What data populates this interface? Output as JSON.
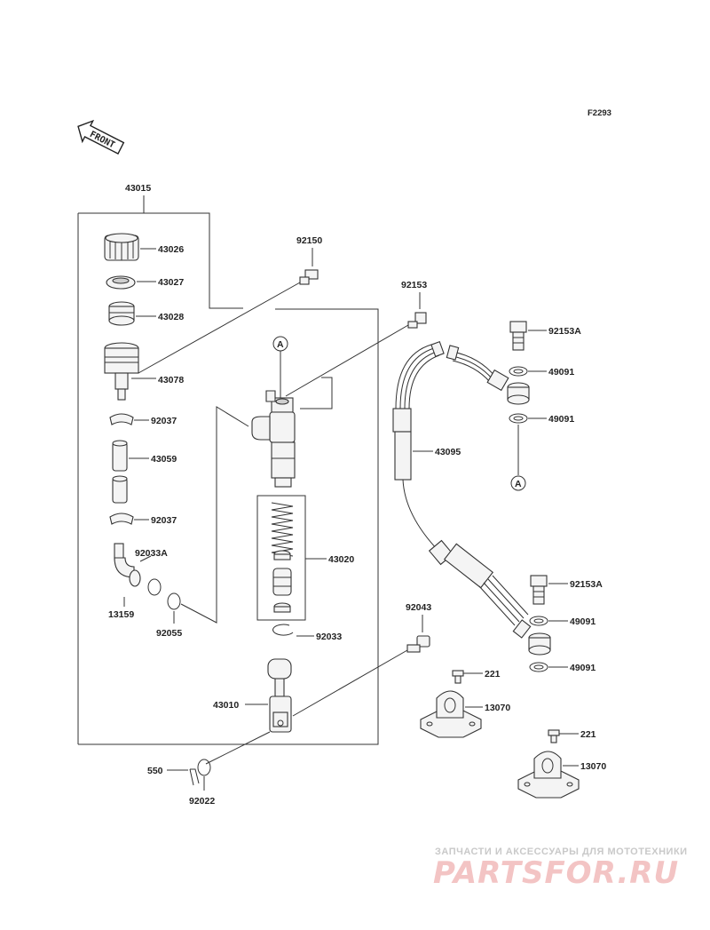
{
  "figure_code": "F2293",
  "front_label": "FRONT",
  "ref_marker": "A",
  "labels": {
    "assembly_43015": "43015",
    "cap_43026": "43026",
    "plate_43027": "43027",
    "diaphragm_43028": "43028",
    "reservoir_43078": "43078",
    "clamp_92037_a": "92037",
    "hose_43059": "43059",
    "clamp_92037_b": "92037",
    "fitting_92033a": "92033A",
    "elbow_13159": "13159",
    "oring_92055": "92055",
    "bolt_92150": "92150",
    "bolt_92153": "92153",
    "piston_kit_43020": "43020",
    "circlip_92033": "92033",
    "master_cyl_43010": "43010",
    "pin_550": "550",
    "washer_92022": "92022",
    "banjo_92153a_top": "92153A",
    "washer_49091_a": "49091",
    "washer_49091_b": "49091",
    "brake_hose_43095": "43095",
    "banjo_92153a_bottom": "92153A",
    "washer_49091_c": "49091",
    "washer_49091_d": "49091",
    "pin_92043": "92043",
    "screw_221_a": "221",
    "holder_13070_a": "13070",
    "screw_221_b": "221",
    "holder_13070_b": "13070"
  },
  "watermark": {
    "tagline": "ЗАПЧАСТИ И АКСЕССУАРЫ ДЛЯ МОТОТЕХНИКИ",
    "logo": "PARTSFOR.RU"
  }
}
